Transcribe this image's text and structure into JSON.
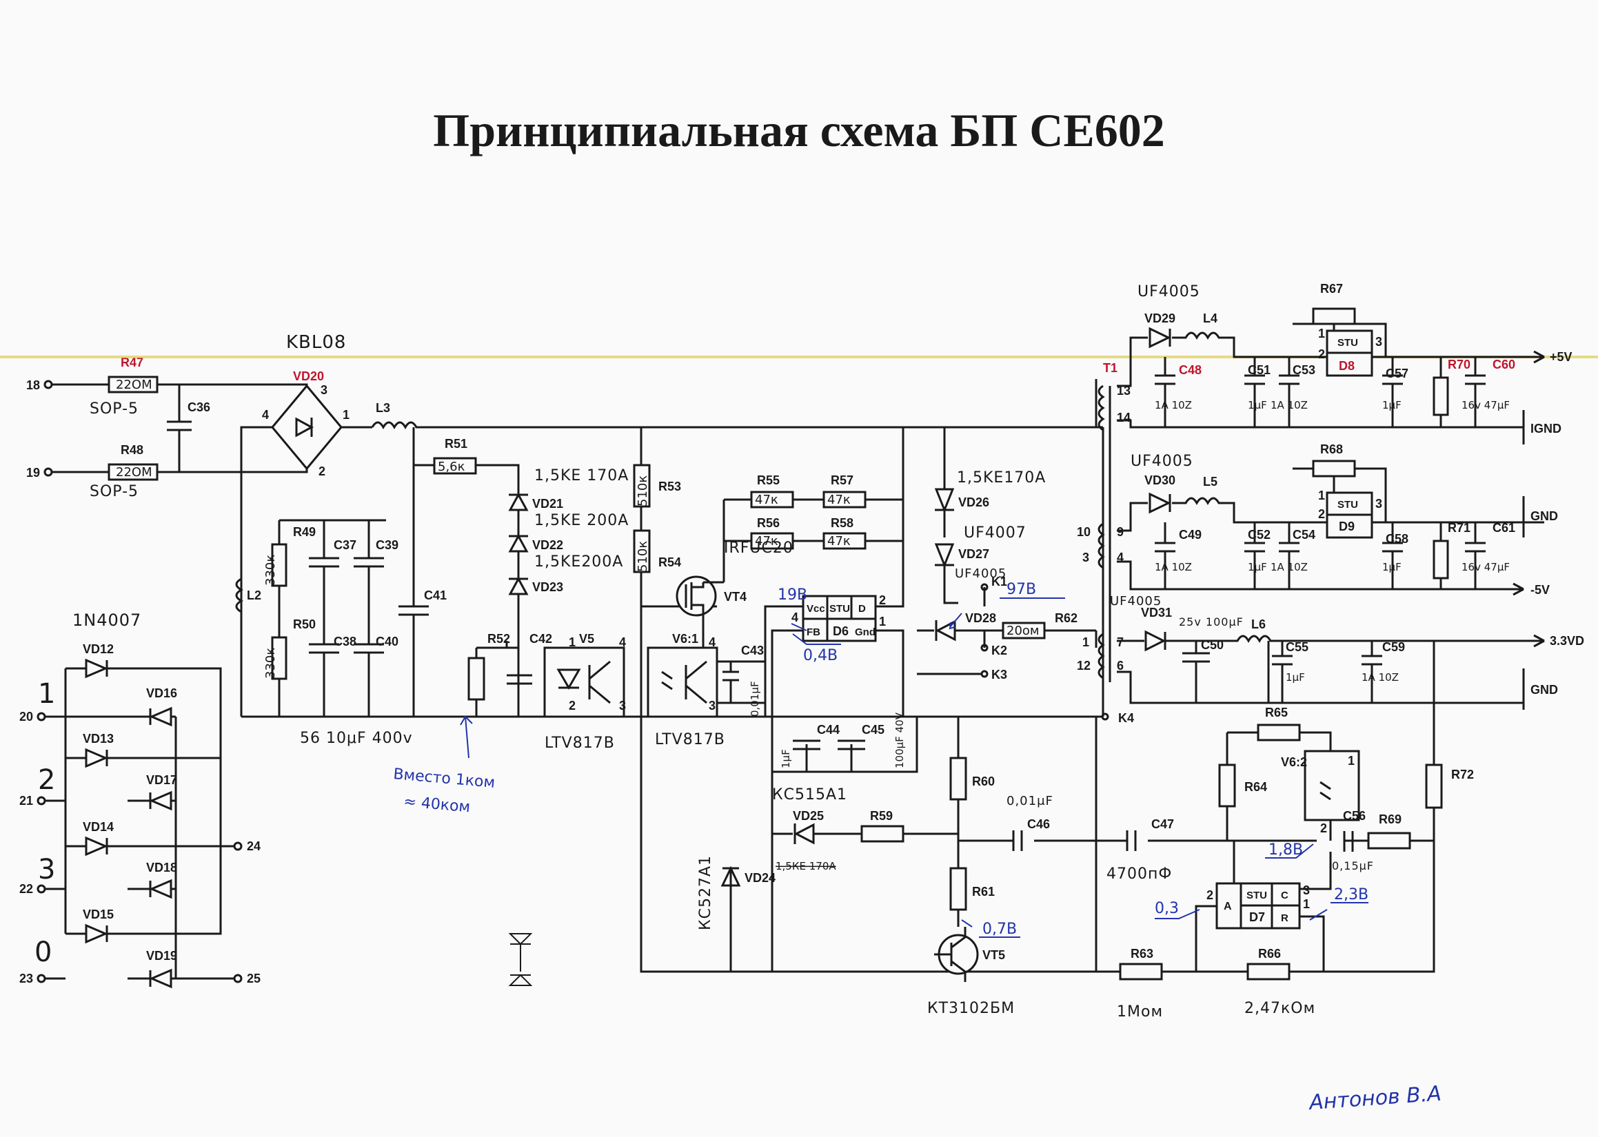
{
  "title": "Принципиальная схема БП CE602",
  "colors": {
    "ink": "#1a1a1a",
    "annotation": "#2233aa",
    "highlight": "#c0142c",
    "rail": "#d8c020"
  },
  "input": {
    "terminals": [
      "18",
      "19"
    ],
    "resistors": [
      {
        "ref": "R47",
        "value": "22ОМ",
        "note": "SOP-5"
      },
      {
        "ref": "R48",
        "value": "22ОМ",
        "note": "SOP-5"
      }
    ],
    "cap": "C36"
  },
  "bridge": {
    "part": "KBL08",
    "ref": "VD20",
    "pins": [
      "3",
      "4",
      "1",
      "2"
    ]
  },
  "inductors": {
    "L2": "L2",
    "L3": "L3"
  },
  "filter": {
    "R49": {
      "ref": "R49",
      "value": "330к"
    },
    "R50": {
      "ref": "R50",
      "value": "330к"
    },
    "caps": [
      "C37",
      "C39",
      "C38",
      "C40",
      "C41"
    ],
    "note": "56 10μF 400v"
  },
  "r51": {
    "ref": "R51",
    "value": "5,6к"
  },
  "clamp": [
    {
      "ref": "VD21",
      "value": "1,5KE 170A"
    },
    {
      "ref": "VD22",
      "value": "1,5KE 200A"
    },
    {
      "ref": "VD23",
      "value": "1,5KE200A"
    }
  ],
  "r53": {
    "ref": "R53",
    "value": "510к"
  },
  "r54": {
    "ref": "R54",
    "value": "510к"
  },
  "divider": [
    {
      "ref": "R55",
      "value": "47к"
    },
    {
      "ref": "R57",
      "value": "47к"
    },
    {
      "ref": "R56",
      "value": "47к"
    },
    {
      "ref": "R58",
      "value": "47к"
    }
  ],
  "mosfet": {
    "ref": "VT4",
    "part": "IRFUC20"
  },
  "controller": {
    "ref": "D6",
    "pins": [
      "Vcc",
      "STU",
      "D",
      "FB",
      "Gnd"
    ],
    "pin_numbers": [
      "4",
      "2",
      "1"
    ]
  },
  "opto1": {
    "ref": "V5",
    "part": "LTV817B",
    "pins": [
      "1",
      "2",
      "4",
      "3"
    ]
  },
  "opto2": {
    "ref": "V6:1",
    "part": "LTV817B",
    "pins": [
      "4",
      "3"
    ]
  },
  "r52": "R52",
  "c42": "C42",
  "c43": {
    "ref": "C43",
    "value": "0,01μF"
  },
  "c44": {
    "ref": "C44",
    "value": "1μF"
  },
  "c45": {
    "ref": "C45",
    "value": "100μF 40V"
  },
  "primary": {
    "VD26": {
      "ref": "VD26",
      "value": "1,5KE170A"
    },
    "VD27": {
      "ref": "VD27",
      "value": "UF4007"
    },
    "VD28": {
      "ref": "VD28",
      "value": "UF4005"
    },
    "R62": {
      "ref": "R62",
      "value": "20ом"
    },
    "keys": [
      "K1",
      "K2",
      "K3",
      "K4"
    ]
  },
  "secondary_pos5": {
    "diode": {
      "ref": "VD29",
      "value": "UF4005"
    },
    "inductor": "L4",
    "r67": "R67",
    "regulator": {
      "ref": "D8",
      "pin_label": "STU",
      "pins": [
        "1",
        "2",
        "3"
      ]
    },
    "caps": [
      {
        "ref": "C48",
        "value": "1A 10Z"
      },
      {
        "ref": "C51",
        "value": "1μF"
      },
      {
        "ref": "C53",
        "value": "1A 10Z"
      },
      {
        "ref": "C57",
        "value": "1μF"
      },
      {
        "ref": "C60",
        "value": "16v 47μF"
      }
    ],
    "r70": "R70",
    "output": "+5V",
    "gnd": "IGND",
    "transformer": {
      "ref": "T1",
      "pins": [
        "13",
        "14"
      ]
    }
  },
  "secondary_neg5": {
    "diode": {
      "ref": "VD30",
      "value": "UF4005"
    },
    "inductor": "L5",
    "r68": "R68",
    "regulator": {
      "ref": "D9",
      "pin_label": "STU",
      "pins": [
        "1",
        "2",
        "3"
      ]
    },
    "caps": [
      {
        "ref": "C49",
        "value": "1A 10Z"
      },
      {
        "ref": "C52",
        "value": "1μF"
      },
      {
        "ref": "C54",
        "value": "1A 10Z"
      },
      {
        "ref": "C58",
        "value": "1μF"
      },
      {
        "ref": "C61",
        "value": "16v 47μF"
      }
    ],
    "r71": "R71",
    "output": "-5V",
    "gnd": "GND",
    "transformer_pins": [
      "10",
      "9",
      "3",
      "4"
    ]
  },
  "secondary_33": {
    "diode": {
      "ref": "VD31",
      "value": "UF4005"
    },
    "c50": {
      "ref": "C50",
      "value": "25v 100μF"
    },
    "inductor": "L6",
    "caps": [
      {
        "ref": "C55",
        "value": "1μF"
      },
      {
        "ref": "C59",
        "value": "1A 10Z"
      }
    ],
    "output": "3.3VD",
    "gnd": "GND",
    "transformer_pins": [
      "1",
      "7",
      "12",
      "6"
    ]
  },
  "feedback": {
    "R59": "R59",
    "R60": "R60",
    "R61": "R61",
    "R63": {
      "ref": "R63",
      "value": "1Мом"
    },
    "R64": "R64",
    "R65": "R65",
    "R66": {
      "ref": "R66",
      "value": "2,47кОм"
    },
    "R69": "R69",
    "R72": "R72",
    "C46": {
      "ref": "C46",
      "value": "0,01μF"
    },
    "C47": {
      "ref": "C47",
      "value": "4700пФ"
    },
    "C56": {
      "ref": "C56",
      "value": "0,15μF"
    },
    "VD24": {
      "ref": "VD24",
      "value": "КС527А1"
    },
    "VD25": {
      "ref": "VD25",
      "value": "КС515А1",
      "strike": "1,5КЕ 170А"
    },
    "VT5": {
      "ref": "VT5",
      "value": "КТ3102БМ"
    },
    "V62": {
      "ref": "V6:2",
      "pins": [
        "1",
        "2"
      ]
    },
    "D7": {
      "ref": "D7",
      "pins": [
        "A",
        "STU",
        "C",
        "R"
      ],
      "pin_numbers": [
        "2",
        "3",
        "1"
      ]
    }
  },
  "rectifiers": {
    "part": "1N4007",
    "diodes": [
      "VD12",
      "VD16",
      "VD13",
      "VD17",
      "VD14",
      "VD18",
      "VD15",
      "VD19"
    ],
    "terminals": [
      "20",
      "21",
      "22",
      "23",
      "24",
      "25"
    ],
    "handwritten": [
      "1",
      "2",
      "3",
      "0"
    ]
  },
  "annotations": {
    "replace_note_1": "Вместо 1ком",
    "replace_note_2": "≈ 40ком",
    "v97": "97В",
    "v19": "19В",
    "v04": "0,4В",
    "v07": "0,7В",
    "v18": "1,8В",
    "v23": "2,3В",
    "v03": "0,3",
    "author": "Антонов В.А"
  }
}
